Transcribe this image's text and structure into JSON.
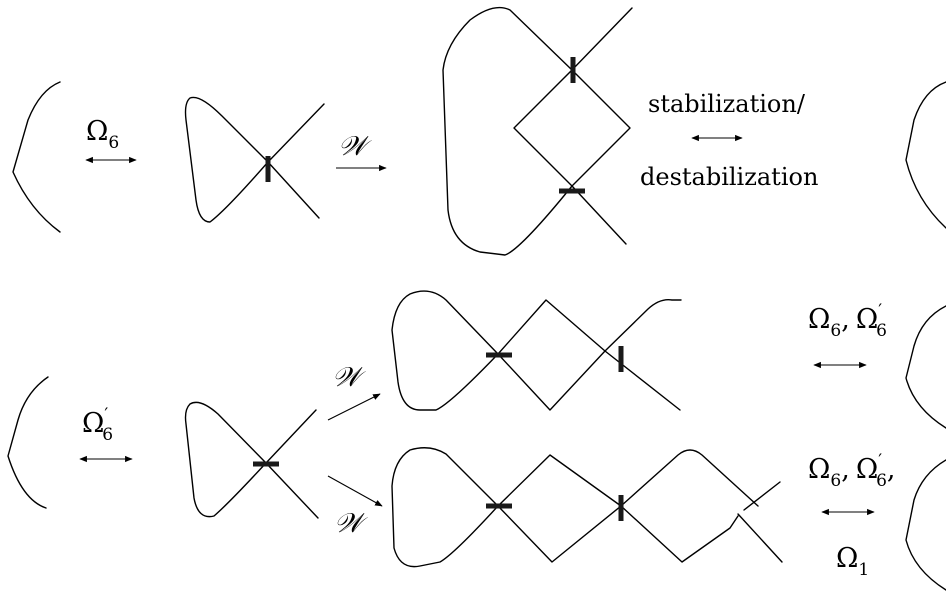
{
  "labels": {
    "omega6": {
      "symbol": "Ω",
      "sub": "6"
    },
    "omega6_prime": {
      "symbol": "Ω",
      "prime": "′",
      "sub": "6"
    },
    "w": "𝒲",
    "stabilization": "stabilization/",
    "destabilization": "destabilization",
    "omega6_pair": {
      "a": "Ω",
      "a_sub": "6",
      "sep": ",",
      "b": "Ω",
      "b_prime": "′",
      "b_sub": "6"
    },
    "omega6_triple": {
      "a": "Ω",
      "a_sub": "6",
      "sep": ",",
      "b": "Ω",
      "b_prime": "′",
      "b_sub": "6",
      "end": ","
    },
    "omega1": {
      "symbol": "Ω",
      "sub": "1"
    }
  }
}
